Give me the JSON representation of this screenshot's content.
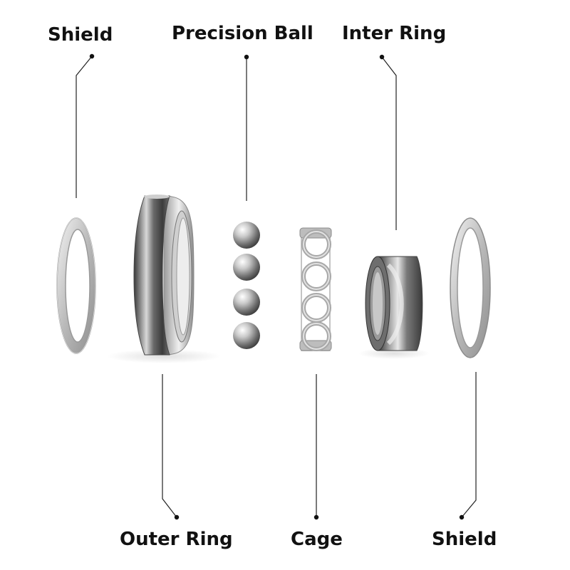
{
  "labels": {
    "shield_left": "Shield",
    "precision_ball": "Precision Ball",
    "inner_ring": "Inter Ring",
    "outer_ring": "Outer Ring",
    "cage": "Cage",
    "shield_right": "Shield"
  },
  "colors": {
    "background": "#ffffff",
    "label_text": "#111111",
    "leader_line": "#222222",
    "steel_dark": "#4a4a4a",
    "steel_light": "#e6e6e6"
  }
}
